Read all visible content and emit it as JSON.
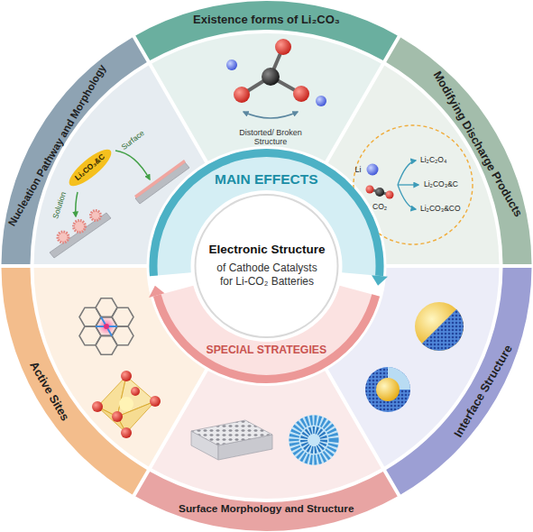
{
  "diagram": {
    "nodes": [
      {
        "text": [
          "Existence forms of Li₂CO₃"
        ]
      },
      {
        "text": [
          "Modifying Discharge Products"
        ]
      },
      {
        "text": [
          "Interface Structure"
        ]
      },
      {
        "text": [
          "Surface Morphology and Structure"
        ]
      },
      {
        "text": [
          "Active Sites"
        ]
      },
      {
        "text": [
          "Nucleation Pathway and Morphology"
        ]
      },
      {
        "text": [
          "Li₂CO₃&C"
        ]
      },
      {
        "text": [
          "MAIN EFFECTS"
        ]
      },
      {
        "text": [
          "Electronic Structure",
          "of Cathode Catalysts for Li-CO₂ Batteries"
        ]
      },
      {
        "text": [
          "SPECIAL STRATEGIES"
        ]
      }
    ],
    "labels": [
      "Distorted/ Broken Structure",
      "Li",
      "CO₂",
      "Li₂C₂O₄",
      "Li₂CO₃&C",
      "Li₂CO₃&CO",
      "Surface",
      "Solution"
    ]
  }
}
